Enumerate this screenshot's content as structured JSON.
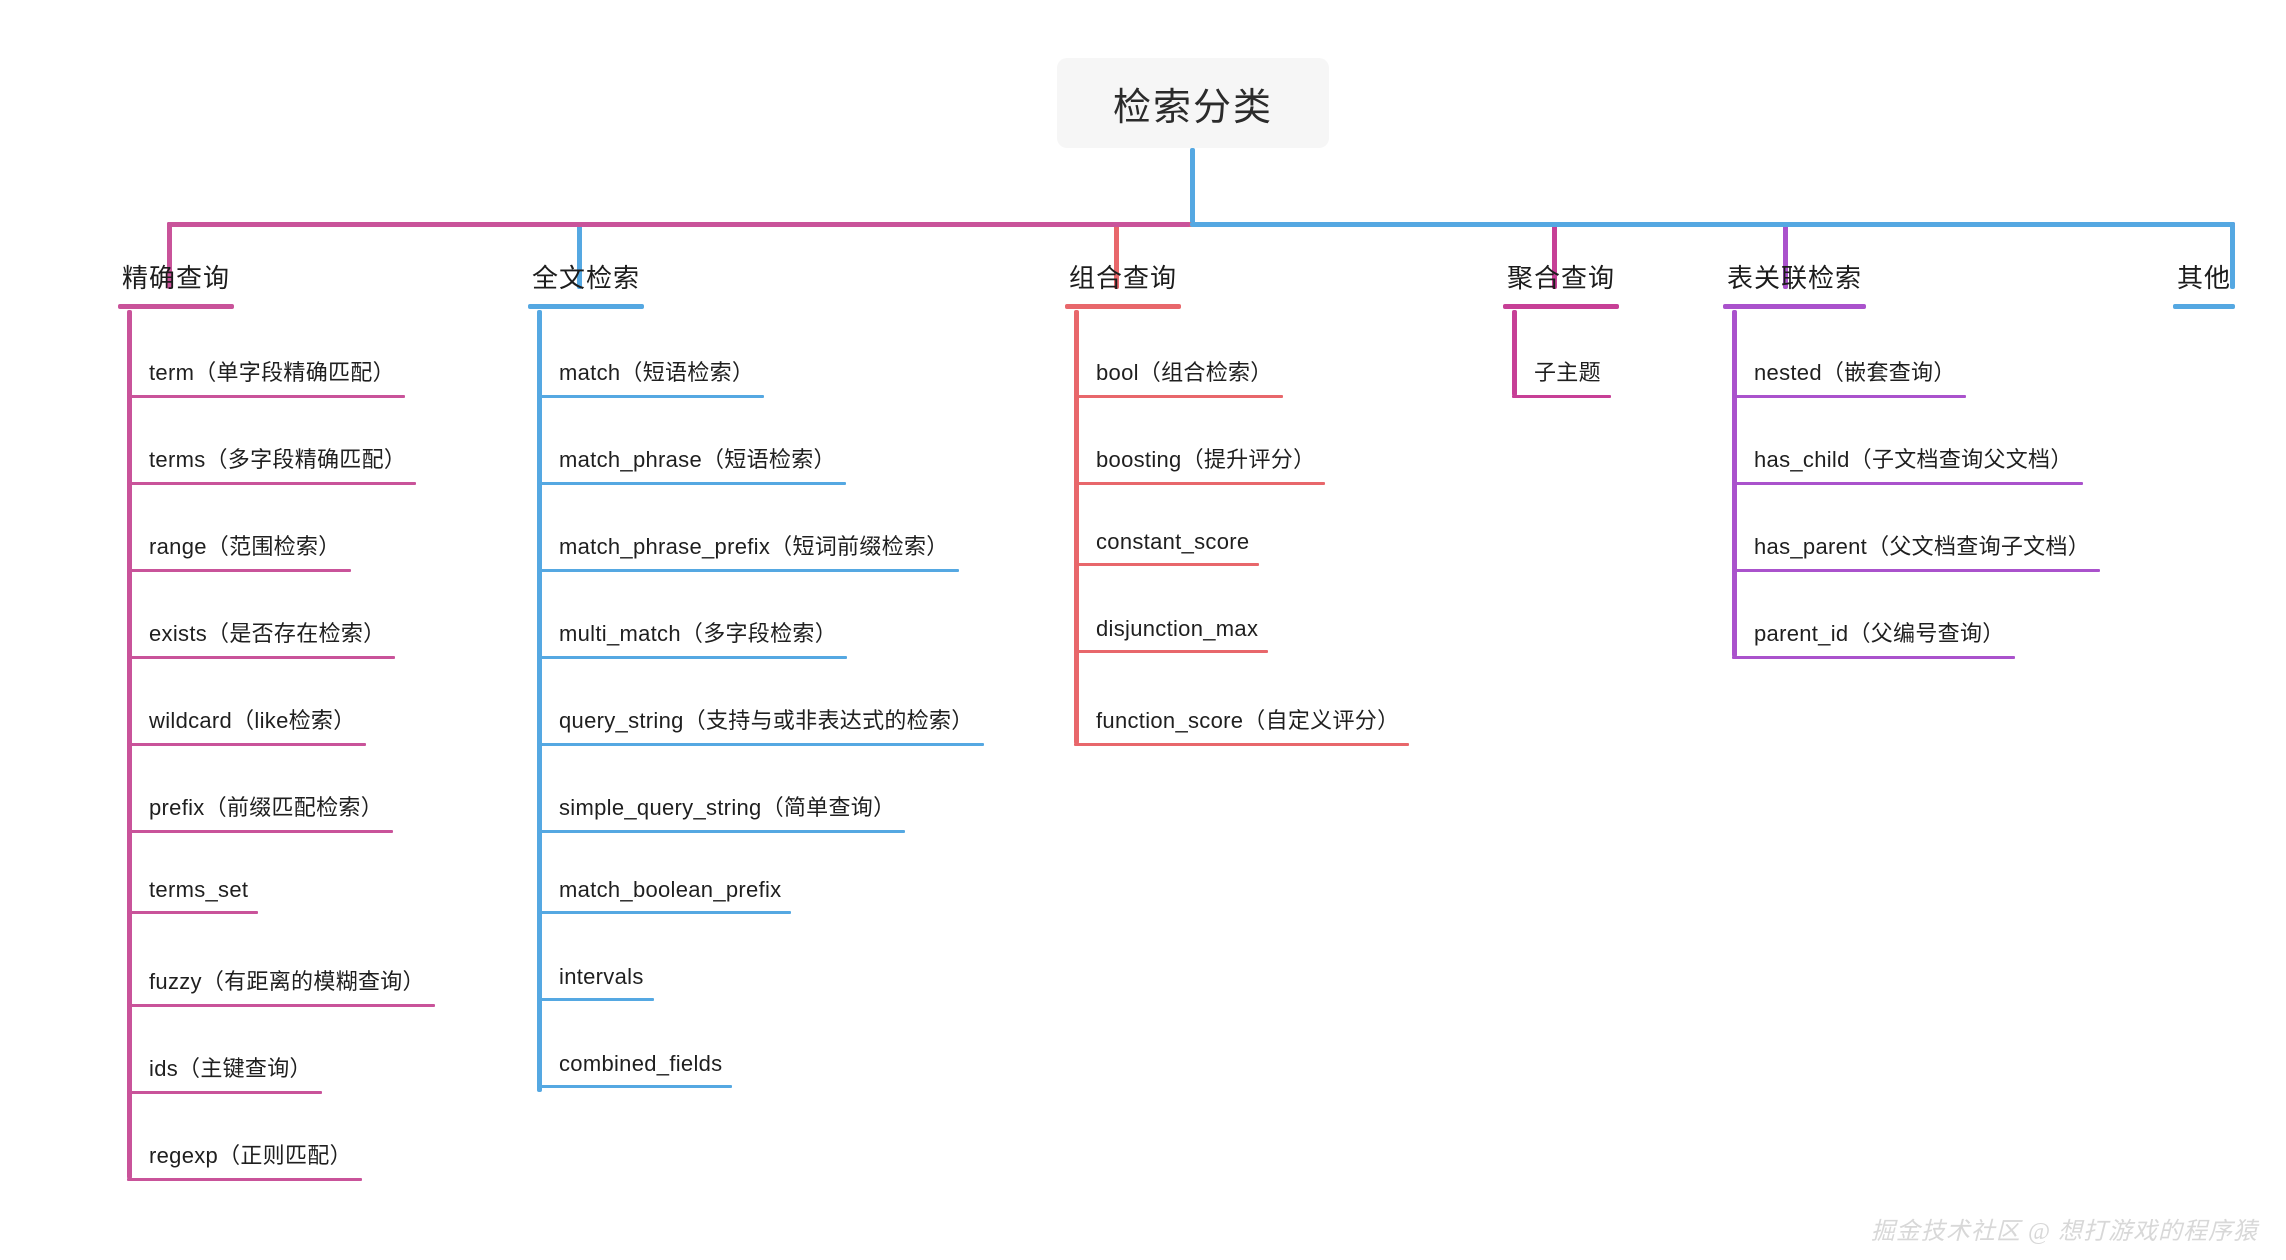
{
  "diagram": {
    "type": "mindmap",
    "title": "检索分类",
    "root": {
      "label": "检索分类"
    },
    "colors": {
      "pink": "#c9539a",
      "blue": "#55a8e2",
      "red": "#e8676b",
      "magenta": "#c73f96",
      "purple": "#aa52cc",
      "root_bg": "#f6f6f6",
      "text": "#1c1c1c",
      "watermark": "#d8d8d8"
    },
    "watermark": "掘金技术社区 @ 想打游戏的程序猿",
    "branches": [
      {
        "label": "精确查询",
        "color": "#c9539a",
        "children": [
          {
            "label": "term（单字段精确匹配）"
          },
          {
            "label": "terms（多字段精确匹配）"
          },
          {
            "label": "range（范围检索）"
          },
          {
            "label": "exists（是否存在检索）"
          },
          {
            "label": "wildcard（like检索）"
          },
          {
            "label": "prefix（前缀匹配检索）"
          },
          {
            "label": "terms_set"
          },
          {
            "label": "fuzzy（有距离的模糊查询）"
          },
          {
            "label": "ids（主键查询）"
          },
          {
            "label": "regexp（正则匹配）"
          }
        ]
      },
      {
        "label": "全文检索",
        "color": "#55a8e2",
        "children": [
          {
            "label": "match（短语检索）"
          },
          {
            "label": "match_phrase（短语检索）"
          },
          {
            "label": "match_phrase_prefix（短词前缀检索）"
          },
          {
            "label": "multi_match（多字段检索）"
          },
          {
            "label": "query_string（支持与或非表达式的检索）"
          },
          {
            "label": "simple_query_string（简单查询）"
          },
          {
            "label": "match_boolean_prefix"
          },
          {
            "label": "intervals"
          },
          {
            "label": "combined_fields"
          }
        ]
      },
      {
        "label": "组合查询",
        "color": "#e8676b",
        "children": [
          {
            "label": "bool（组合检索）"
          },
          {
            "label": "boosting（提升评分）"
          },
          {
            "label": "constant_score"
          },
          {
            "label": "disjunction_max"
          },
          {
            "label": "function_score（自定义评分）"
          }
        ]
      },
      {
        "label": "聚合查询",
        "color": "#c73f96",
        "children": [
          {
            "label": "子主题"
          }
        ]
      },
      {
        "label": "表关联检索",
        "color": "#aa52cc",
        "children": [
          {
            "label": "nested（嵌套查询）"
          },
          {
            "label": "has_child（子文档查询父文档）"
          },
          {
            "label": "has_parent（父文档查询子文档）"
          },
          {
            "label": "parent_id（父编号查询）"
          }
        ]
      },
      {
        "label": "其他",
        "color": "#55a8e2",
        "children": []
      }
    ]
  }
}
